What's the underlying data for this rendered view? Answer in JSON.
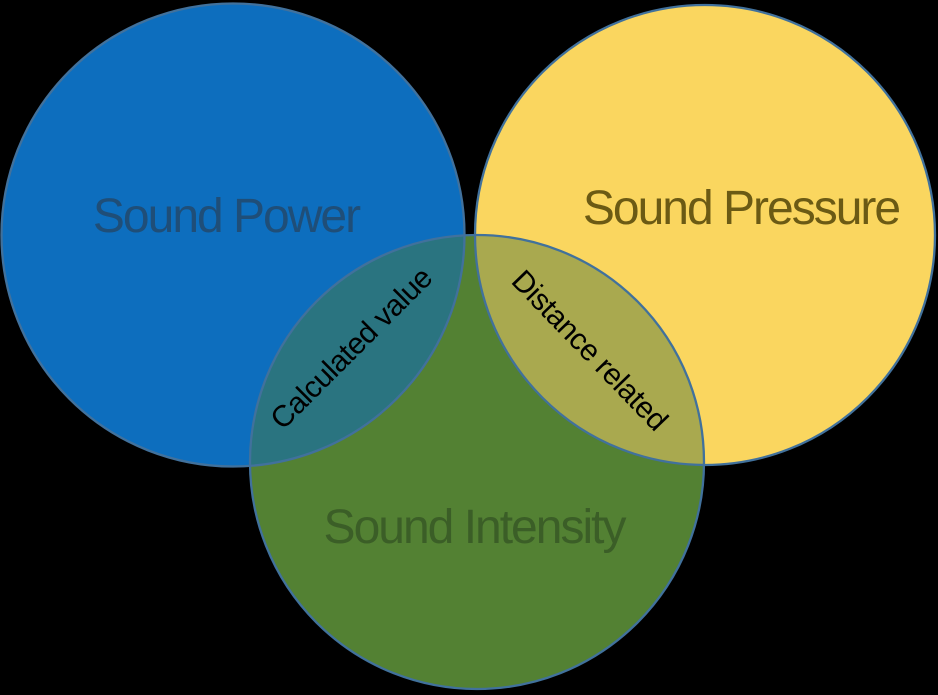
{
  "diagram": {
    "background_color": "#000000",
    "outline_color": "#41719C",
    "circles": [
      {
        "name": "sound-power",
        "label": "Sound Power",
        "fill": "#0D6EBE",
        "label_color": "#1F4E78"
      },
      {
        "name": "sound-pressure",
        "label": "Sound Pressure",
        "fill": "#FAD65F",
        "label_color": "#6B5A14"
      },
      {
        "name": "sound-intensity",
        "label": "Sound Intensity",
        "fill": "#538133",
        "label_color": "#3B5E27"
      }
    ],
    "overlaps": [
      {
        "name": "calculated-value",
        "label": "Calculated value",
        "fill": "#2A7480",
        "label_color": "#000000",
        "between": [
          "Sound Power",
          "Sound Intensity"
        ]
      },
      {
        "name": "distance-related",
        "label": "Distance related",
        "fill": "#A9A94F",
        "label_color": "#000000",
        "between": [
          "Sound Pressure",
          "Sound Intensity"
        ]
      }
    ]
  }
}
